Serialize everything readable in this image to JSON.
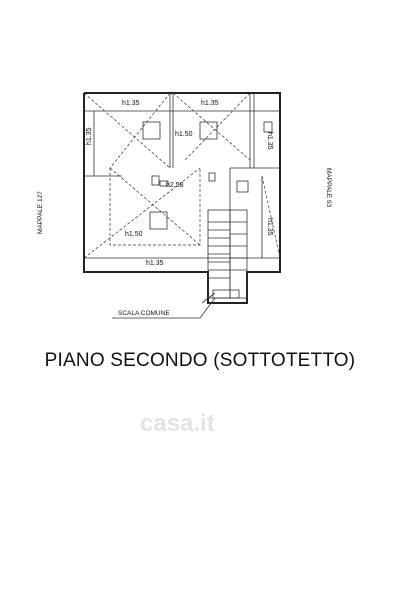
{
  "drawing": {
    "title": "PIANO SECONDO (SOTTOTETTO)",
    "left_label": "MAPPALE 127",
    "right_label": "MAPPALE 93",
    "stair_label": "SCALA COMUNE",
    "heights": {
      "top_left": "h1.35",
      "top_mid": "h1.35",
      "left_side": "h1.35",
      "center_upper": "h1.50",
      "center": "h2.58",
      "lower_left": "h1.50",
      "bottom": "h1.35",
      "right_side_top": "h1.35",
      "right_side_bottom": "h1.35"
    }
  },
  "watermark": {
    "text": "casa.it"
  }
}
